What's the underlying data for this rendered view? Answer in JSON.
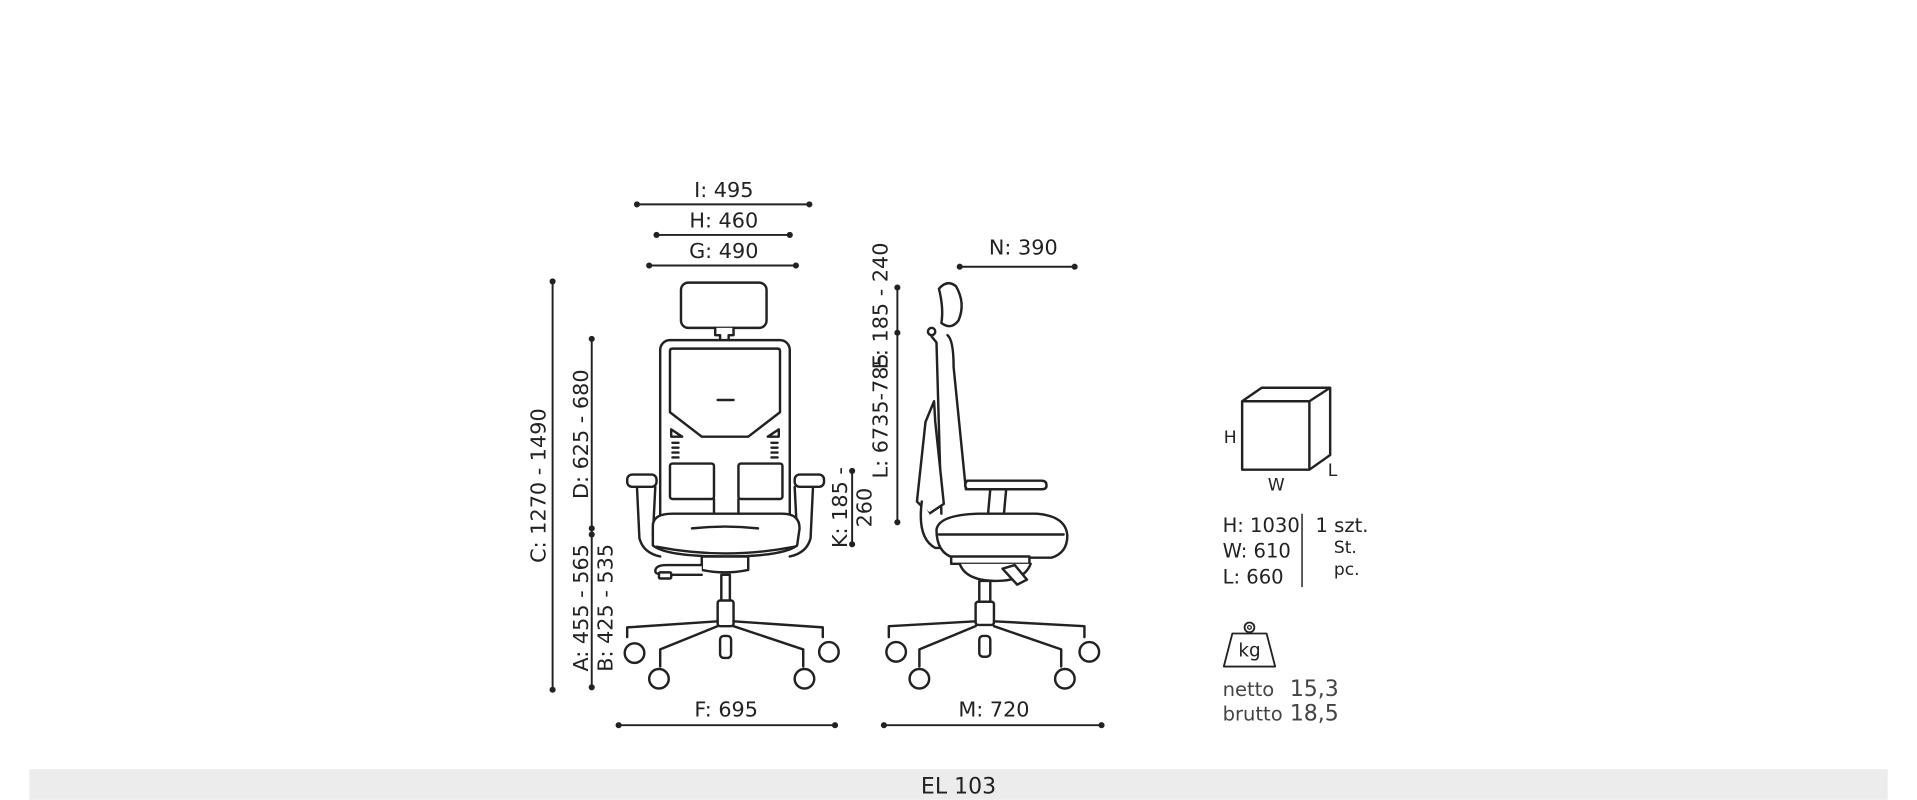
{
  "front_view": {
    "dimensions": {
      "I": "I: 495",
      "H": "H: 460",
      "G": "G: 490",
      "C": "C: 1270 - 1490",
      "D": "D: 625 - 680",
      "A": "A: 455 - 565",
      "B": "B: 425 - 535",
      "F": "F: 695"
    }
  },
  "side_view": {
    "dimensions": {
      "K_line1": "K: 185 -",
      "K_line2": "260",
      "L": "L: 6735-785",
      "E": "E: 185 - 240",
      "N": "N: 390",
      "M": "M: 720"
    }
  },
  "package": {
    "cube_labels": {
      "h": "H",
      "w": "W",
      "l": "L"
    },
    "sizes": [
      "H: 1030",
      "W: 610",
      "L: 660"
    ],
    "quantity": [
      "1 szt.",
      "St.",
      "pc."
    ],
    "weight_icon_label": "kg",
    "weights": [
      {
        "label": "netto",
        "value": "15,3"
      },
      {
        "label": "brutto",
        "value": "18,5"
      }
    ]
  },
  "footer": {
    "model": "EL 103"
  },
  "colors": {
    "line": "#222222",
    "footer_bg": "#ececec"
  }
}
